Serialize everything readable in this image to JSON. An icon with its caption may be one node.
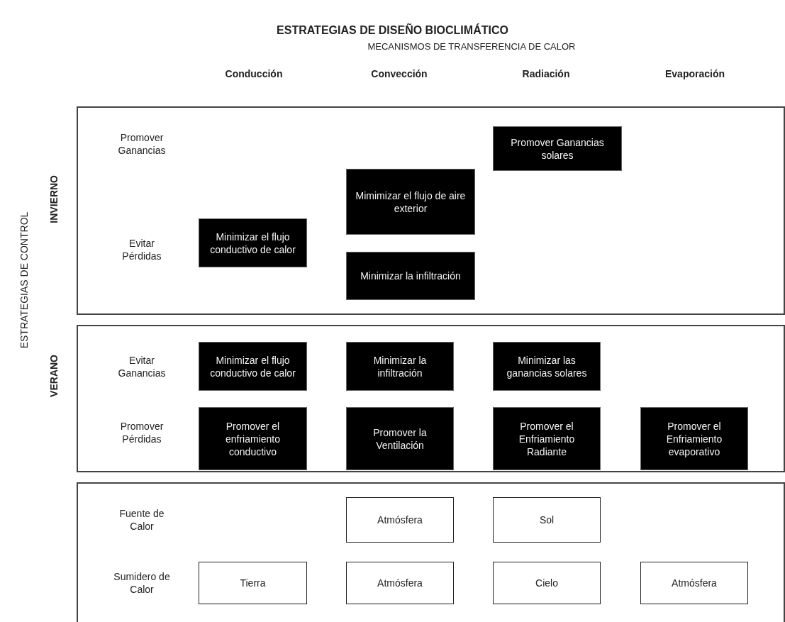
{
  "diagram": {
    "title": "ESTRATEGIAS DE DISEÑO BIOCLIMÁTICO",
    "nodes": [
      {
        "text": [
          "INVIERNO"
        ]
      },
      {
        "text": [
          "Promover Ganancias solares"
        ],
        "in": 0
      },
      {
        "text": [
          "Mimimizar el flujo de aire exterior"
        ],
        "in": 0
      },
      {
        "text": [
          "Minimizar el flujo conductivo de calor"
        ],
        "in": 0
      },
      {
        "text": [
          "Minimizar la infiltración"
        ],
        "in": 0
      },
      {
        "text": [
          "VERANO"
        ]
      },
      {
        "text": [
          "Minimizar el flujo conductivo de calor"
        ],
        "in": 5
      },
      {
        "text": [
          "Minimizar la infiltración"
        ],
        "in": 5
      },
      {
        "text": [
          "Minimizar las ganancias solares"
        ],
        "in": 5
      },
      {
        "text": [
          "Promover el enfriamiento conductivo"
        ],
        "in": 5
      },
      {
        "text": [
          "Promover la Ventilación"
        ],
        "in": 5
      },
      {
        "text": [
          "Promover el Enfriamiento Radiante"
        ],
        "in": 5
      },
      {
        "text": [
          "Promover el Enfriamiento evaporativo"
        ],
        "in": 5
      },
      {
        "text": [],
        "shape": "box"
      },
      {
        "text": [
          "Atmósfera"
        ],
        "in": 13
      },
      {
        "text": [
          "Sol"
        ],
        "in": 13
      },
      {
        "text": [
          "Tierra"
        ],
        "in": 13
      },
      {
        "text": [
          "Atmósfera"
        ],
        "in": 13
      },
      {
        "text": [
          "Cielo"
        ],
        "in": 13
      },
      {
        "text": [
          "Atmósfera"
        ],
        "in": 13
      }
    ],
    "edges": [],
    "labels": [
      "MECANISMOS DE TRANSFERENCIA DE CALOR",
      "Conducción",
      "Convección",
      "Radiación",
      "Evaporación",
      "ESTRATEGIAS DE CONTROL",
      "Promover Ganancias",
      "Evitar Pérdidas",
      "Evitar Ganancias",
      "Promover Pérdidas",
      "Fuente de Calor",
      "Sumidero de Calor"
    ]
  }
}
